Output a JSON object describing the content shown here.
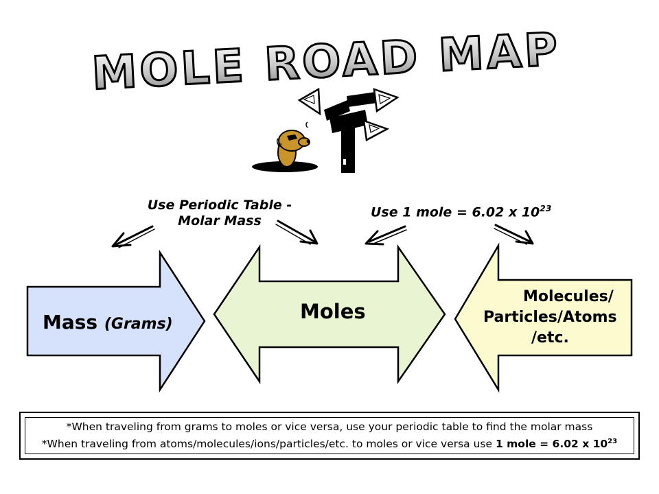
{
  "title": "MOLE ROAD MAP",
  "boxes": {
    "mass": {
      "main": "Mass",
      "unit": "(Grams)",
      "color": "#d6e2fb"
    },
    "moles": {
      "label": "Moles",
      "color": "#e9f5d2"
    },
    "particles": {
      "line1": "Molecules/",
      "line2": "Particles/Atoms",
      "line3": "/etc.",
      "color": "#fbfbcf"
    }
  },
  "captions": {
    "left_line1": "Use Periodic Table -",
    "left_line2": "Molar Mass",
    "right_base": "Use 1 mole = 6.02 x 10",
    "right_exp": "23"
  },
  "notes": {
    "line1": "*When traveling from grams to moles or vice versa, use your periodic table to find the molar mass",
    "line2_pre": "*When traveling from atoms/molecules/ions/particles/etc. to moles or vice versa use ",
    "line2_bold": "1 mole = 6.02 x 10",
    "line2_exp": "23"
  },
  "icons": {
    "illustration": "signpost-cartoon-icon",
    "arrows": "hand-drawn-arrow-icon"
  }
}
